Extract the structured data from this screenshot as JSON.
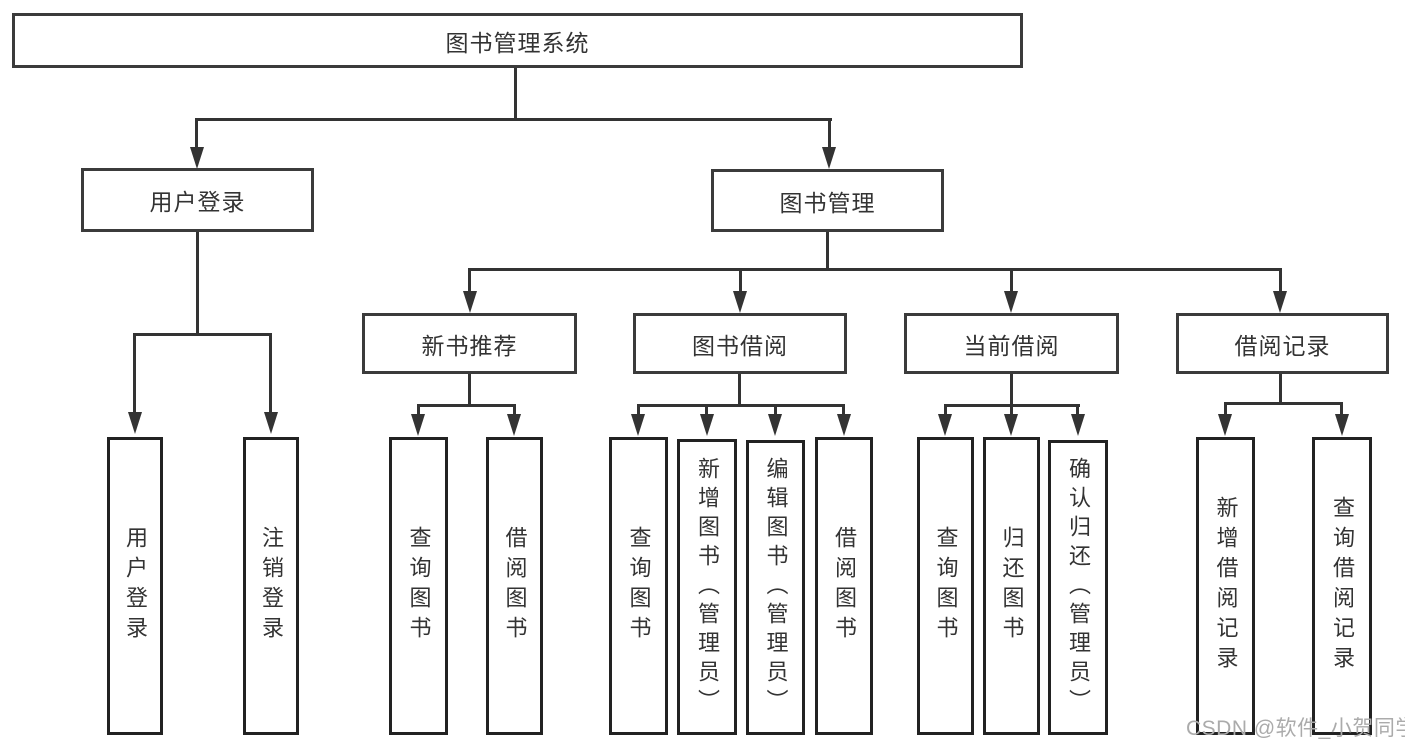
{
  "diagram_title": "图书管理系统",
  "colors": {
    "line": "#333333",
    "box_border": "#3b3b3b",
    "leaf_border": "#222222",
    "text": "#333333",
    "watermark": "#ababab",
    "background": "#ffffff"
  },
  "tree": {
    "label": "图书管理系统",
    "children": [
      {
        "label": "用户登录",
        "children": [
          {
            "label": "用户登录"
          },
          {
            "label": "注销登录"
          }
        ]
      },
      {
        "label": "图书管理",
        "children": [
          {
            "label": "新书推荐",
            "children": [
              {
                "label": "查询图书"
              },
              {
                "label": "借阅图书"
              }
            ]
          },
          {
            "label": "图书借阅",
            "children": [
              {
                "label": "查询图书"
              },
              {
                "label": "新增图书（管理员）"
              },
              {
                "label": "编辑图书（管理员）"
              },
              {
                "label": "借阅图书"
              }
            ]
          },
          {
            "label": "当前借阅",
            "children": [
              {
                "label": "查询图书"
              },
              {
                "label": "归还图书"
              },
              {
                "label": "确认归还（管理员）"
              }
            ]
          },
          {
            "label": "借阅记录",
            "children": [
              {
                "label": "新增借阅记录"
              },
              {
                "label": "查询借阅记录"
              }
            ]
          }
        ]
      }
    ]
  },
  "watermark": {
    "text": "CSDN @软件_小贺同学"
  }
}
